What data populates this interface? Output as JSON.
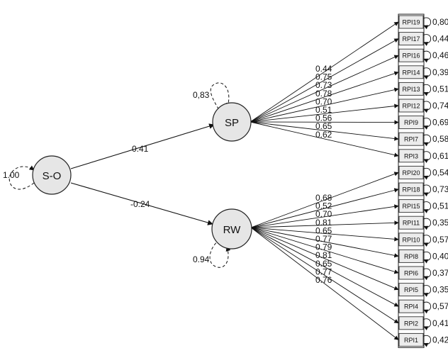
{
  "latents": {
    "so": {
      "label": "S-O",
      "variance": "1.00"
    },
    "sp": {
      "label": "SP",
      "variance": "0,83"
    },
    "rw": {
      "label": "RW",
      "variance": "0.94"
    }
  },
  "structural_paths": [
    {
      "from": "so",
      "to": "sp",
      "label": "0.41"
    },
    {
      "from": "so",
      "to": "rw",
      "label": "-0.24"
    }
  ],
  "sp_indicators": [
    {
      "label": "RPI19",
      "loading": "0.44",
      "error": "0,80"
    },
    {
      "label": "RPI17",
      "loading": "0.75",
      "error": "0,44"
    },
    {
      "label": "RPI16",
      "loading": "0.73",
      "error": "0,46"
    },
    {
      "label": "RPI14",
      "loading": "0.78",
      "error": "0,39"
    },
    {
      "label": "RPI13",
      "loading": "0.70",
      "error": "0,51"
    },
    {
      "label": "RPI12",
      "loading": "0.51",
      "error": "0,74"
    },
    {
      "label": "RPI9",
      "loading": "0.56",
      "error": "0,69"
    },
    {
      "label": "RPI7",
      "loading": "0.65",
      "error": "0,58"
    },
    {
      "label": "RPI3",
      "loading": "0.62",
      "error": "0,61"
    }
  ],
  "rw_indicators": [
    {
      "label": "RPI20",
      "loading": "0.68",
      "error": "0,54"
    },
    {
      "label": "RPI18",
      "loading": "0.52",
      "error": "0,73"
    },
    {
      "label": "RPI15",
      "loading": "0.70",
      "error": "0,51"
    },
    {
      "label": "RPI11",
      "loading": "0.81",
      "error": "0,35"
    },
    {
      "label": "RPI10",
      "loading": "0.65",
      "error": "0,57"
    },
    {
      "label": "RPI8",
      "loading": "0.77",
      "error": "0,40"
    },
    {
      "label": "RPI6",
      "loading": "0.79",
      "error": "0,37"
    },
    {
      "label": "RPI5",
      "loading": "0.81",
      "error": "0,35"
    },
    {
      "label": "RPI4",
      "loading": "0.65",
      "error": "0,57"
    },
    {
      "label": "RPI2",
      "loading": "0.77",
      "error": "0,41"
    },
    {
      "label": "RPI1",
      "loading": "0.76",
      "error": "0,42"
    }
  ]
}
